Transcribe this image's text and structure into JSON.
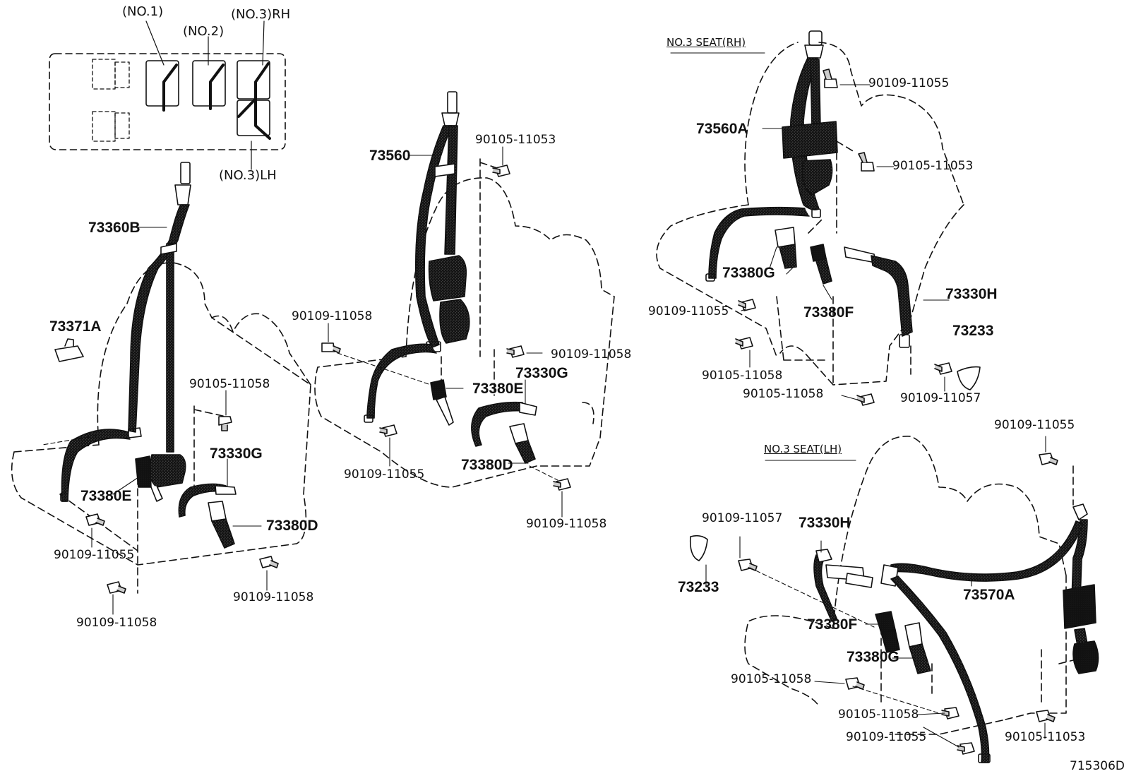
{
  "key": {
    "positions": [
      "(NO.1)",
      "(NO.2)",
      "(NO.3)RH",
      "(NO.3)LH"
    ]
  },
  "sections": {
    "seat3_rh_title": "NO.3  SEAT(RH)",
    "seat3_lh_title": "NO.3  SEAT(LH)"
  },
  "left_group": {
    "parts": [
      "73360B",
      "73371A",
      "73330G",
      "73380E",
      "73380D"
    ],
    "bolts": [
      "90105-11058",
      "90109-11055",
      "90109-11058",
      "90109-11058"
    ]
  },
  "middle_group": {
    "parts": [
      "73560",
      "73380E",
      "73330G",
      "73380D"
    ],
    "bolts": [
      "90105-11053",
      "90109-11058",
      "90109-11058",
      "90109-11055",
      "90109-11058"
    ]
  },
  "rh_group": {
    "parts": [
      "73560A",
      "73380G",
      "73380F",
      "73330H",
      "73233"
    ],
    "bolts": [
      "90109-11055",
      "90105-11053",
      "90109-11055",
      "90105-11058",
      "90105-11058",
      "90109-11057"
    ]
  },
  "lh_group": {
    "parts": [
      "73330H",
      "73233",
      "73380F",
      "73380G",
      "73570A"
    ],
    "bolts": [
      "90109-11055",
      "90109-11057",
      "90105-11058",
      "90105-11058",
      "90109-11055",
      "90105-11053"
    ]
  },
  "illustration_id": "715306D"
}
